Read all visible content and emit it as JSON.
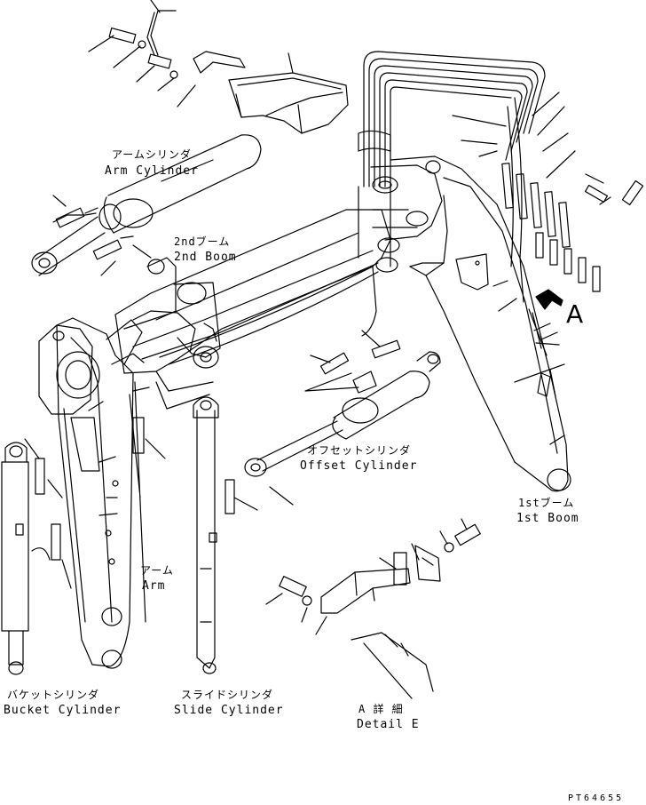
{
  "labels": {
    "arm_cylinder_jp": "アームシリンダ",
    "arm_cylinder_en": "Arm Cylinder",
    "second_boom_jp": "2ndブーム",
    "second_boom_en": "2nd Boom",
    "offset_cylinder_jp": "オフセットシリンダ",
    "offset_cylinder_en": "Offset Cylinder",
    "first_boom_jp": "1stブーム",
    "first_boom_en": "1st Boom",
    "arm_jp": "アーム",
    "arm_en": "Arm",
    "bucket_cylinder_jp": "バケットシリンダ",
    "bucket_cylinder_en": "Bucket Cylinder",
    "slide_cylinder_jp": "スライドシリンダ",
    "slide_cylinder_en": "Slide Cylinder",
    "detail_jp": "A 詳 細",
    "detail_en": "Detail E",
    "view_marker": "A",
    "drawing_code": "PT64655"
  }
}
